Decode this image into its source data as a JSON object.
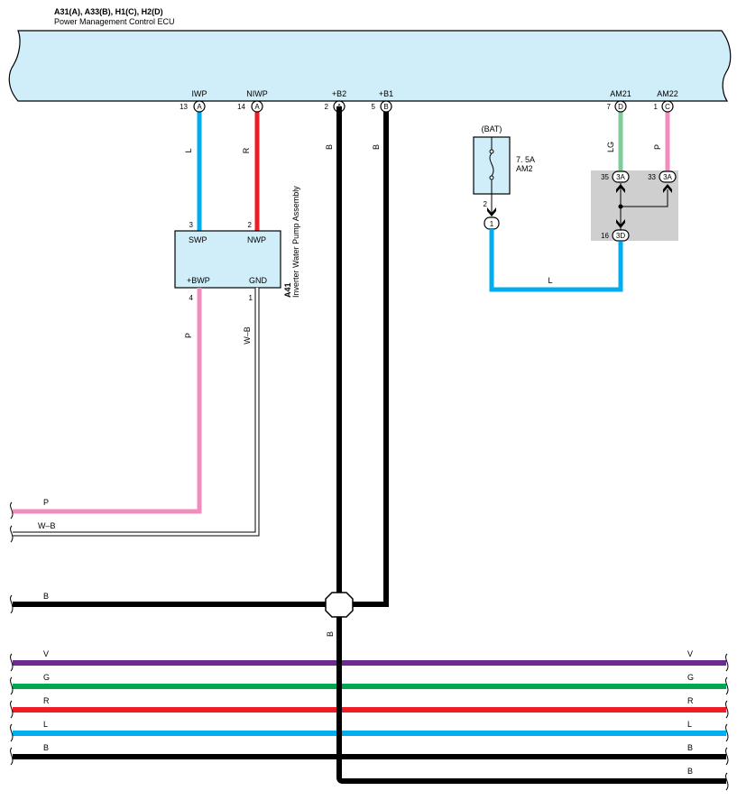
{
  "header": {
    "connectors": "A31(A), A33(B), H1(C), H2(D)",
    "title": "Power Management Control ECU"
  },
  "ecu_pins": {
    "iwp": {
      "name": "IWP",
      "num": "13",
      "conn": "A"
    },
    "niwp": {
      "name": "NIWP",
      "num": "14",
      "conn": "A"
    },
    "b2": {
      "name": "+B2",
      "num": "2",
      "conn": "A"
    },
    "b1": {
      "name": "+B1",
      "num": "5",
      "conn": "B"
    },
    "am21": {
      "name": "AM21",
      "num": "7",
      "conn": "D"
    },
    "am22": {
      "name": "AM22",
      "num": "1",
      "conn": "C"
    }
  },
  "wire_colors": {
    "L": "#00aeef",
    "R": "#ee1c25",
    "B": "#000000",
    "LG": "#7fcc99",
    "P": "#f28cbd",
    "V": "#6e2b8f",
    "G": "#00a651",
    "WB": "#ffffff"
  },
  "wire_labels": {
    "iwp": "L",
    "niwp": "R",
    "b2": "B",
    "b1": "B",
    "am21": "LG",
    "am22": "P",
    "fuse_out": "L",
    "bwp": "P",
    "gnd": "W–B",
    "splice_out": "B"
  },
  "pump": {
    "code": "A41",
    "name": "Inverter Water Pump Assembly",
    "swp": "SWP",
    "nwp": "NWP",
    "bwp": "+BWP",
    "gnd": "GND",
    "pin_swp": "3",
    "pin_nwp": "2",
    "pin_bwp": "4",
    "pin_gnd": "1"
  },
  "fuse": {
    "source": "(BAT)",
    "rating": "7. 5A",
    "name": "AM2",
    "out_pin": "2",
    "conn_num": "1"
  },
  "junction": {
    "pin35": "35",
    "conn35": "3A",
    "pin33": "33",
    "conn33": "3A",
    "pin16": "16",
    "conn16": "3D"
  },
  "left_wires": {
    "p": "P",
    "wb": "W–B",
    "b": "B"
  },
  "bottom_wires": [
    {
      "label": "V",
      "color": "#6e2b8f"
    },
    {
      "label": "G",
      "color": "#00a651"
    },
    {
      "label": "R",
      "color": "#ee1c25"
    },
    {
      "label": "L",
      "color": "#00aeef"
    },
    {
      "label": "B",
      "color": "#000000"
    },
    {
      "label": "B",
      "color": "#000000"
    }
  ],
  "colors": {
    "ecu_fill": "#cfeefa",
    "pump_fill": "#cfeefa",
    "junction_fill": "#cfcfcf"
  }
}
